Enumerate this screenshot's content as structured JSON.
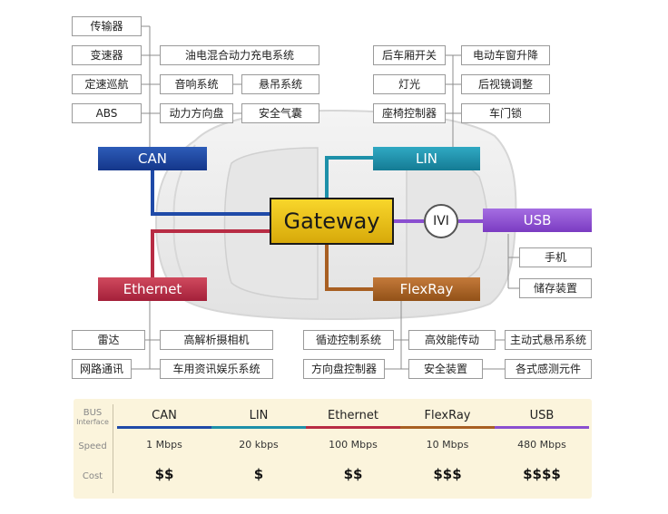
{
  "gateway": {
    "label": "Gateway"
  },
  "ivi": {
    "label": "IVI"
  },
  "buses": {
    "can": "CAN",
    "lin": "LIN",
    "ethernet": "Ethernet",
    "flexray": "FlexRay",
    "usb": "USB"
  },
  "colors": {
    "can": "#1f4aa8",
    "lin": "#1d90a9",
    "ethernet": "#b82c44",
    "flexray": "#a85f22",
    "usb": "#8a4fd0",
    "gateway": "#f0c419",
    "table_bg": "#fbf4dc"
  },
  "can_modules": [
    "传输器",
    "变速器",
    "油电混合动力充电系统",
    "定速巡航",
    "音响系统",
    "悬吊系统",
    "ABS",
    "动力方向盘",
    "安全气囊"
  ],
  "lin_modules": [
    "后车厢开关",
    "电动车窗升降",
    "灯光",
    "后视镜调整",
    "座椅控制器",
    "车门锁"
  ],
  "usb_modules": [
    "手机",
    "储存装置"
  ],
  "ethernet_modules": [
    "雷达",
    "高解析摄相机",
    "网路通讯",
    "车用资讯娱乐系统"
  ],
  "flexray_modules": [
    "循迹控制系统",
    "高效能传动",
    "主动式悬吊系统",
    "方向盘控制器",
    "安全装置",
    "各式感测元件"
  ],
  "table": {
    "row_bus_line1": "BUS",
    "row_bus_line2": "Interface",
    "row_speed": "Speed",
    "row_cost": "Cost",
    "columns": [
      {
        "name": "CAN",
        "speed": "1 Mbps",
        "cost": "$$",
        "color": "#1f4aa8"
      },
      {
        "name": "LIN",
        "speed": "20 kbps",
        "cost": "$",
        "color": "#1d90a9"
      },
      {
        "name": "Ethernet",
        "speed": "100 Mbps",
        "cost": "$$",
        "color": "#b82c44"
      },
      {
        "name": "FlexRay",
        "speed": "10 Mbps",
        "cost": "$$$",
        "color": "#a85f22"
      },
      {
        "name": "USB",
        "speed": "480 Mbps",
        "cost": "$$$$",
        "color": "#8a4fd0"
      }
    ]
  }
}
